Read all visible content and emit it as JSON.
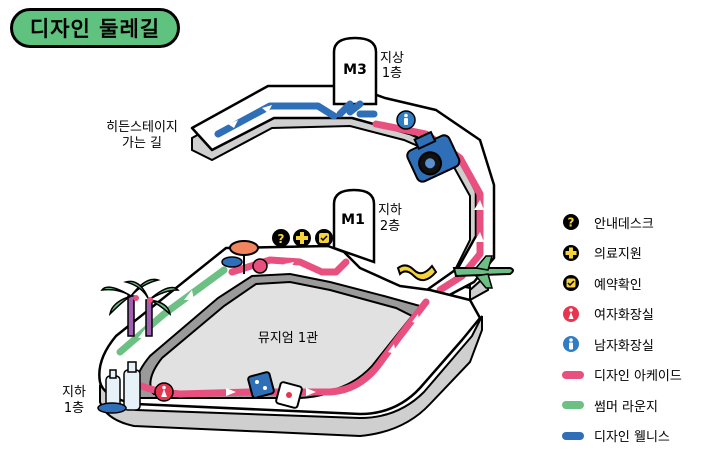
{
  "title": "디자인 둘레길",
  "labels": {
    "m3": "M3",
    "m3_floor_1": "지상",
    "m3_floor_2": "1층",
    "m1": "M1",
    "m1_floor_1": "지하",
    "m1_floor_2": "2층",
    "hidden_stage_1": "히든스테이지",
    "hidden_stage_2": "가는 길",
    "museum": "뮤지엄 1관",
    "b1_floor_1": "지하",
    "b1_floor_2": "1층"
  },
  "legend": [
    {
      "icon": "question-icon",
      "label": "안내데스크"
    },
    {
      "icon": "cross-icon",
      "label": "의료지원"
    },
    {
      "icon": "reservation-icon",
      "label": "예약확인"
    },
    {
      "icon": "womens-restroom-icon",
      "label": "여자화장실",
      "color": "#e8354f"
    },
    {
      "icon": "mens-restroom-icon",
      "label": "남자화장실",
      "color": "#2f7dc2"
    },
    {
      "icon": "pink-route-icon",
      "label": "디자인 아케이드",
      "color": "#e8507f"
    },
    {
      "icon": "green-route-icon",
      "label": "썸머 라운지",
      "color": "#6cc084"
    },
    {
      "icon": "blue-route-icon",
      "label": "디자인 웰니스",
      "color": "#2f6fb8"
    }
  ],
  "colors": {
    "pink": "#e8507f",
    "green": "#6cc084",
    "blue": "#2f6fb8",
    "yellow": "#f6d33a",
    "title_bg": "#5fc27e"
  }
}
